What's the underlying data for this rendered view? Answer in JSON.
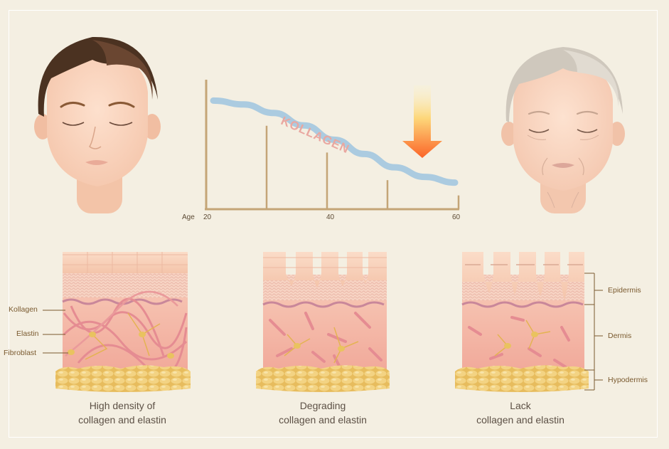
{
  "chart": {
    "title": "KOLLAGEN",
    "x_axis_name": "Age",
    "ticks": [
      "20",
      "40",
      "60"
    ]
  },
  "chart_data": {
    "type": "line",
    "title": "KOLLAGEN",
    "xlabel": "Age",
    "ylabel": "",
    "xlim": [
      20,
      60
    ],
    "x_ticks": [
      20,
      40,
      60
    ],
    "series": [
      {
        "name": "KOLLAGEN",
        "x": [
          20,
          25,
          30,
          35,
          40,
          45,
          50,
          55,
          60
        ],
        "y": [
          0.93,
          0.89,
          0.8,
          0.67,
          0.52,
          0.37,
          0.23,
          0.13,
          0.07
        ]
      }
    ],
    "ylim": [
      0,
      1
    ]
  },
  "left_labels": [
    "Kollagen",
    "Elastin",
    "Fibroblast"
  ],
  "right_labels": [
    "Epidermis",
    "Dermis",
    "Hypodermis"
  ],
  "captions": [
    {
      "line1": "High density of",
      "line2": "collagen and elastin"
    },
    {
      "line1": "Degrading",
      "line2": "collagen and elastin"
    },
    {
      "line1": "Lack",
      "line2": "collagen and elastin"
    }
  ],
  "colors": {
    "background": "#f4efe2",
    "axis": "#c4a577",
    "curve": "#a9cbe0",
    "arrow_top": "#fde39a",
    "arrow_bottom": "#fb6a2a",
    "skin": "#f6cdb6",
    "dermis": "#f4b7a3",
    "fat": "#ebc56a"
  }
}
